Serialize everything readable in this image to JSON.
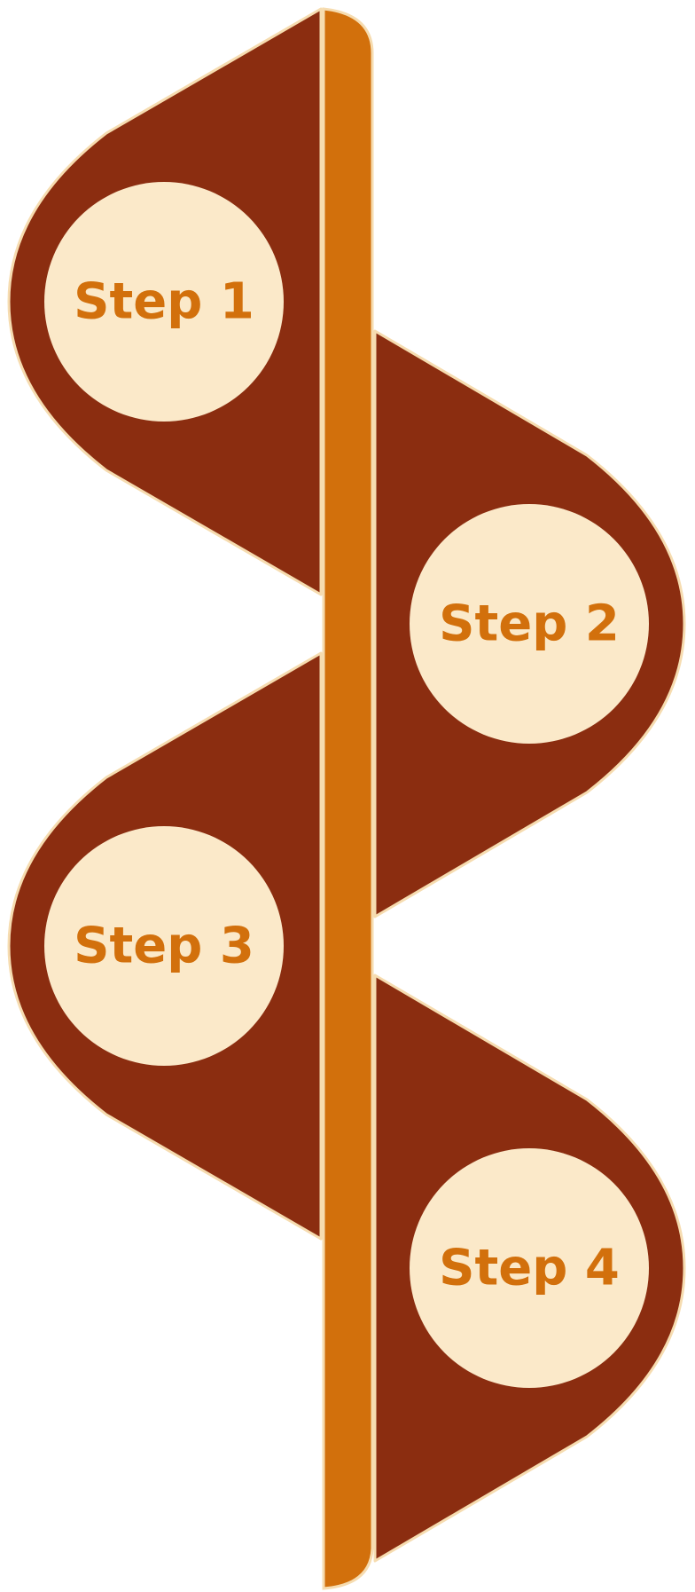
{
  "colors": {
    "flag": "#8b2d10",
    "spine": "#d2700c",
    "circle": "#fbe9c9",
    "outline": "#f6dcb0",
    "text": "#d2700c"
  },
  "steps": [
    {
      "label": "Step 1",
      "side": "left"
    },
    {
      "label": "Step 2",
      "side": "right"
    },
    {
      "label": "Step 3",
      "side": "left"
    },
    {
      "label": "Step 4",
      "side": "right"
    }
  ]
}
